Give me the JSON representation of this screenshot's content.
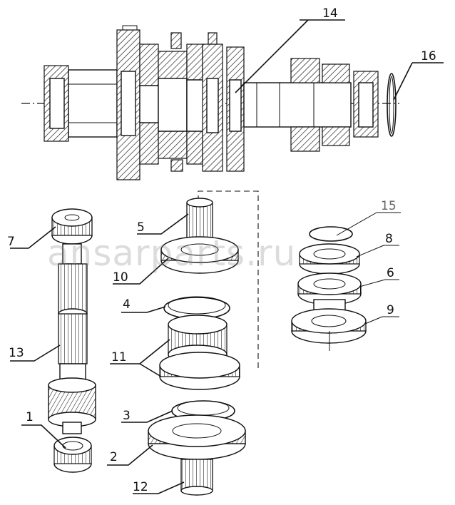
{
  "diagram": {
    "callouts": [
      {
        "id": "14",
        "label": "14"
      },
      {
        "id": "16",
        "label": "16"
      },
      {
        "id": "7",
        "label": "7"
      },
      {
        "id": "5",
        "label": "5"
      },
      {
        "id": "15",
        "label": "15"
      },
      {
        "id": "8",
        "label": "8"
      },
      {
        "id": "6",
        "label": "6"
      },
      {
        "id": "10",
        "label": "10"
      },
      {
        "id": "4",
        "label": "4"
      },
      {
        "id": "9",
        "label": "9"
      },
      {
        "id": "13",
        "label": "13"
      },
      {
        "id": "11",
        "label": "11"
      },
      {
        "id": "3",
        "label": "3"
      },
      {
        "id": "1",
        "label": "1"
      },
      {
        "id": "2",
        "label": "2"
      },
      {
        "id": "12",
        "label": "12"
      }
    ],
    "watermark": "ansarparts.ru"
  }
}
